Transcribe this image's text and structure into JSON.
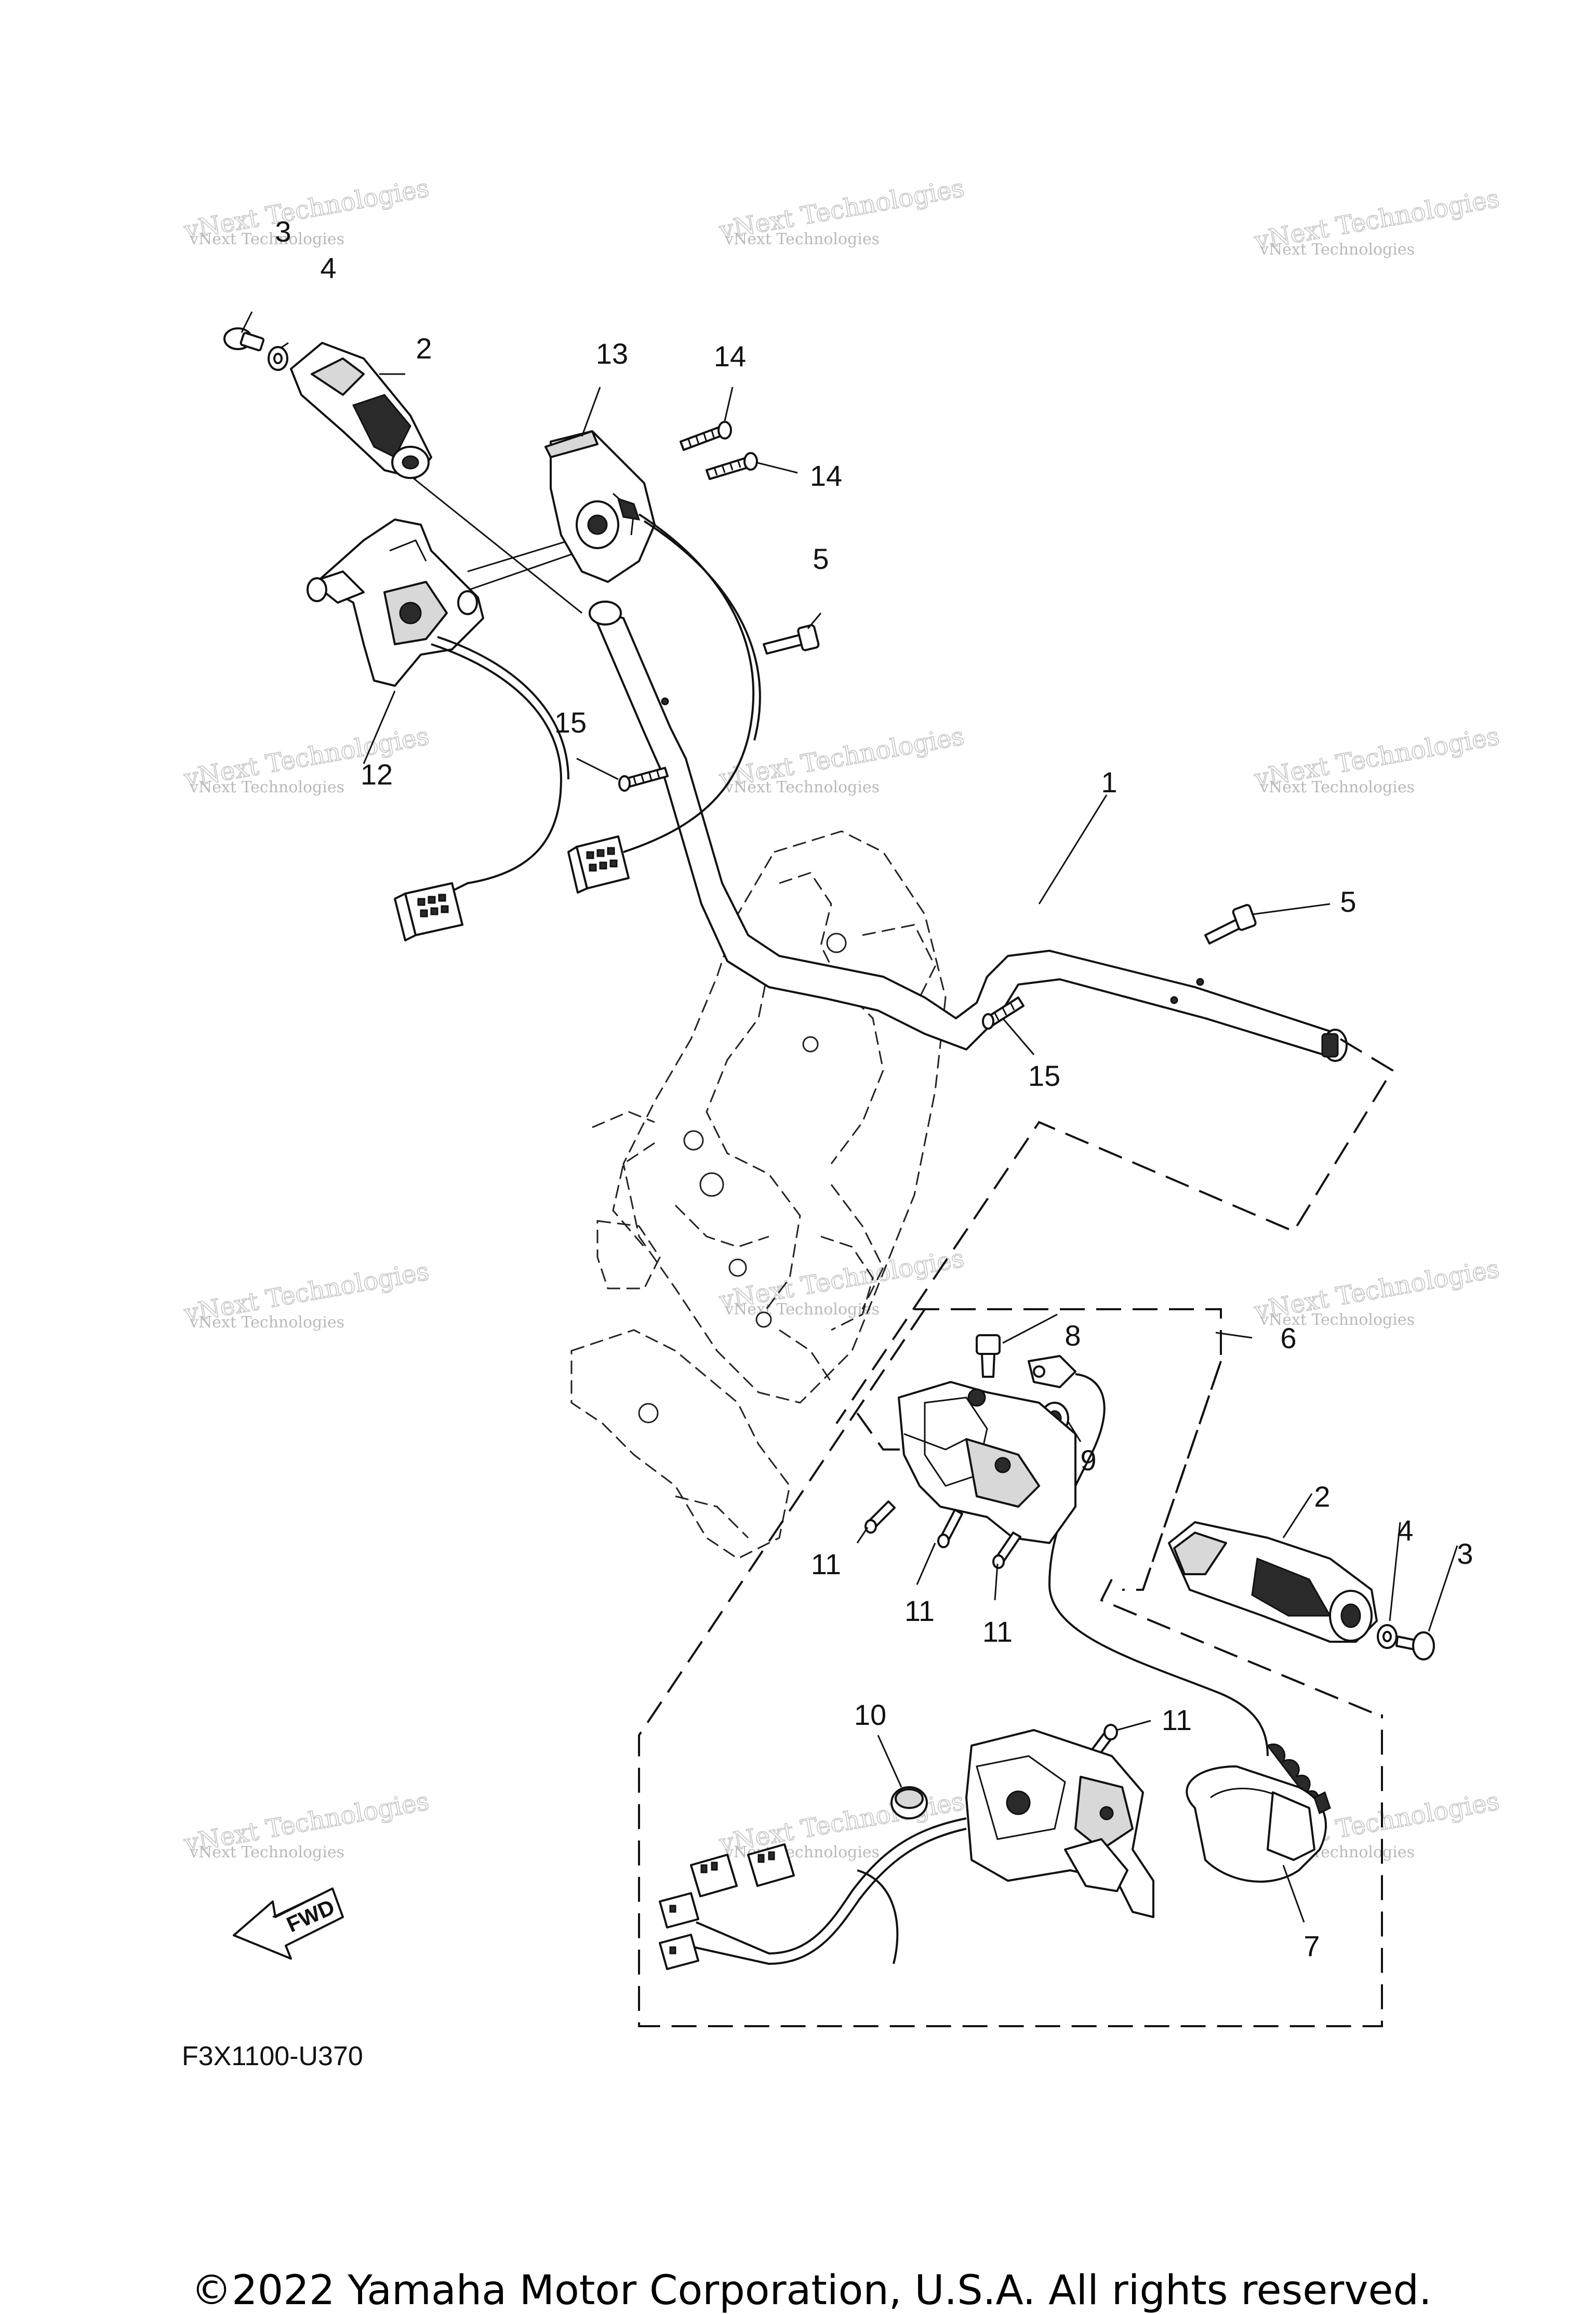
{
  "watermark": {
    "line1": "vNext Technologies",
    "line2": "vNext Technologies"
  },
  "callouts": [
    {
      "id": "c3a",
      "text": "3"
    },
    {
      "id": "c4a",
      "text": "4"
    },
    {
      "id": "c2a",
      "text": "2"
    },
    {
      "id": "c13",
      "text": "13"
    },
    {
      "id": "c14a",
      "text": "14"
    },
    {
      "id": "c14b",
      "text": "14"
    },
    {
      "id": "c5a",
      "text": "5"
    },
    {
      "id": "c15a",
      "text": "15"
    },
    {
      "id": "c12",
      "text": "12"
    },
    {
      "id": "c1",
      "text": "1"
    },
    {
      "id": "c5b",
      "text": "5"
    },
    {
      "id": "c15b",
      "text": "15"
    },
    {
      "id": "c8",
      "text": "8"
    },
    {
      "id": "c6",
      "text": "6"
    },
    {
      "id": "c9",
      "text": "9"
    },
    {
      "id": "c2b",
      "text": "2"
    },
    {
      "id": "c4b",
      "text": "4"
    },
    {
      "id": "c3b",
      "text": "3"
    },
    {
      "id": "c11a",
      "text": "11"
    },
    {
      "id": "c11b",
      "text": "11"
    },
    {
      "id": "c11c",
      "text": "11"
    },
    {
      "id": "c10",
      "text": "10"
    },
    {
      "id": "c11d",
      "text": "11"
    },
    {
      "id": "c7",
      "text": "7"
    }
  ],
  "fwd_label": "FWD",
  "figure_code": "F3X1100-U370",
  "copyright": "©2022 Yamaha Motor Corporation, U.S.A. All rights reserved."
}
